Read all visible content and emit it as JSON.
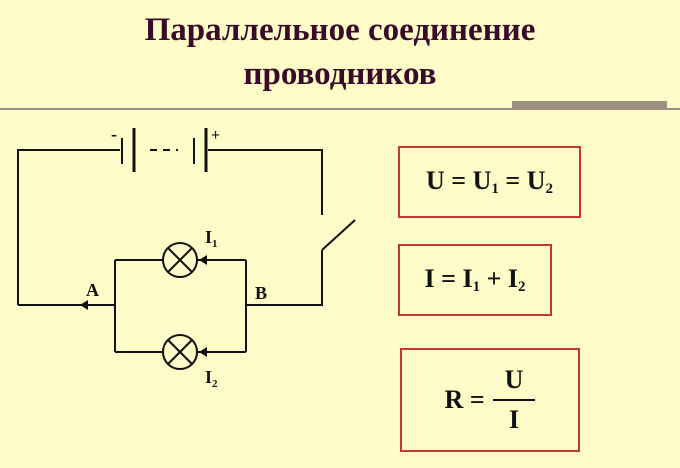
{
  "title": {
    "line1": "Параллельное соединение",
    "line2": "проводников"
  },
  "circuit": {
    "battery_minus": "-",
    "battery_plus": "+",
    "node_a": "A",
    "node_b": "B",
    "current_1": {
      "symbol": "I",
      "sub": "1"
    },
    "current_2": {
      "symbol": "I",
      "sub": "2"
    }
  },
  "formulas": {
    "voltage": {
      "lhs": "U",
      "eq1": "=",
      "t1": "U",
      "t1_sub": "1",
      "eq2": "=",
      "t2": "U",
      "t2_sub": "2"
    },
    "current": {
      "lhs": "I",
      "eq": "=",
      "t1": "I",
      "t1_sub": "1",
      "plus": "+",
      "t2": "I",
      "t2_sub": "2"
    },
    "resistance": {
      "lhs": "R",
      "eq": "=",
      "numerator": "U",
      "denominator": "I"
    }
  },
  "colors": {
    "background": "#fdfbc8",
    "title": "#3a0a2a",
    "box_border": "#c0392b",
    "wire": "#111111"
  }
}
